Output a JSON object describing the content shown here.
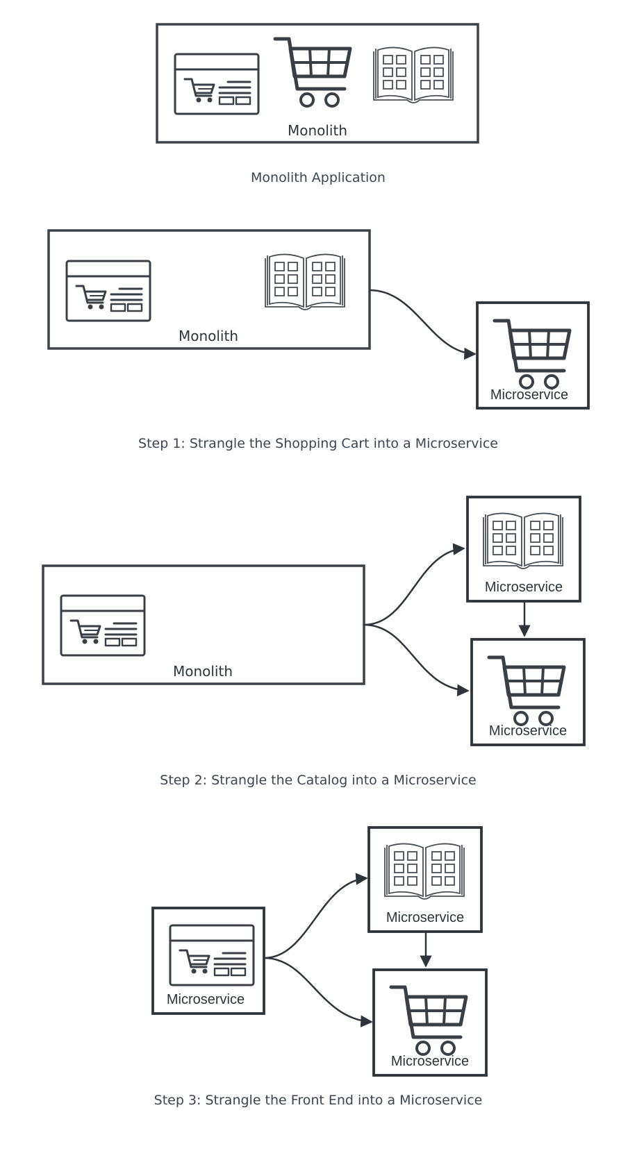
{
  "colors": {
    "stroke": "#2f343a",
    "caption": "#3d4450",
    "background": "#ffffff"
  },
  "stages": [
    {
      "caption": "Monolith Application",
      "monolith_label": "Monolith"
    },
    {
      "caption": "Step 1: Strangle the Shopping Cart into a Microservice",
      "monolith_label": "Monolith",
      "cart_service_label": "Microservice"
    },
    {
      "caption": "Step 2: Strangle the Catalog into a Microservice",
      "monolith_label": "Monolith",
      "catalog_service_label": "Microservice",
      "cart_service_label": "Microservice"
    },
    {
      "caption": "Step 3: Strangle the Front End into a Microservice",
      "frontend_service_label": "Microservice",
      "catalog_service_label": "Microservice",
      "cart_service_label": "Microservice"
    }
  ],
  "icons": [
    "storefront-icon",
    "shopping-cart-icon",
    "catalog-book-icon"
  ]
}
